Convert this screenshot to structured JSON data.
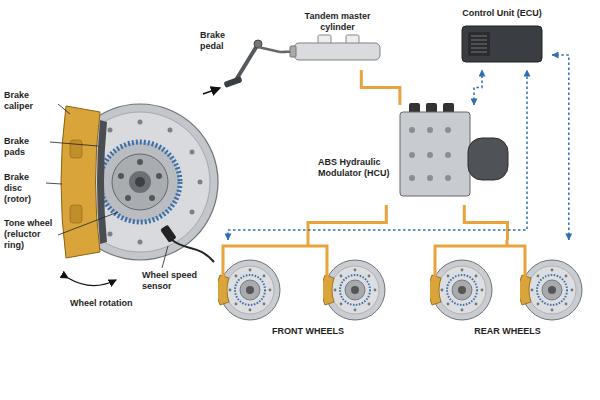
{
  "diagram": {
    "nodes": [
      {
        "text": [
          "Brake pedal"
        ]
      },
      {
        "text": [
          "Tandem master cylinder"
        ]
      },
      {
        "text": [
          "Control Unit (ECU)"
        ]
      },
      {
        "text": [
          "ABS Hydraulic Modulator (HCU)"
        ]
      },
      {
        "text": [
          "FRONT WHEELS"
        ]
      },
      {
        "text": [
          "REAR WHEELS"
        ]
      }
    ],
    "edges": [
      {
        "from": 0,
        "to": 1,
        "arrow": "none"
      },
      {
        "from": 1,
        "to": 3,
        "arrow": "none"
      },
      {
        "from": 3,
        "to": 2,
        "arrow": "both"
      },
      {
        "from": 3,
        "to": 4,
        "arrow": "none"
      },
      {
        "from": 3,
        "to": 5,
        "arrow": "none"
      },
      {
        "from": 4,
        "to": 2,
        "arrow": "both"
      },
      {
        "from": 5,
        "to": 2,
        "arrow": "both"
      }
    ],
    "labels": [
      "Brake caliper",
      "Brake pads",
      "Brake disc (rotor)",
      "Tone wheel (reluctor ring)",
      "Wheel speed sensor",
      "Wheel rotation"
    ]
  }
}
